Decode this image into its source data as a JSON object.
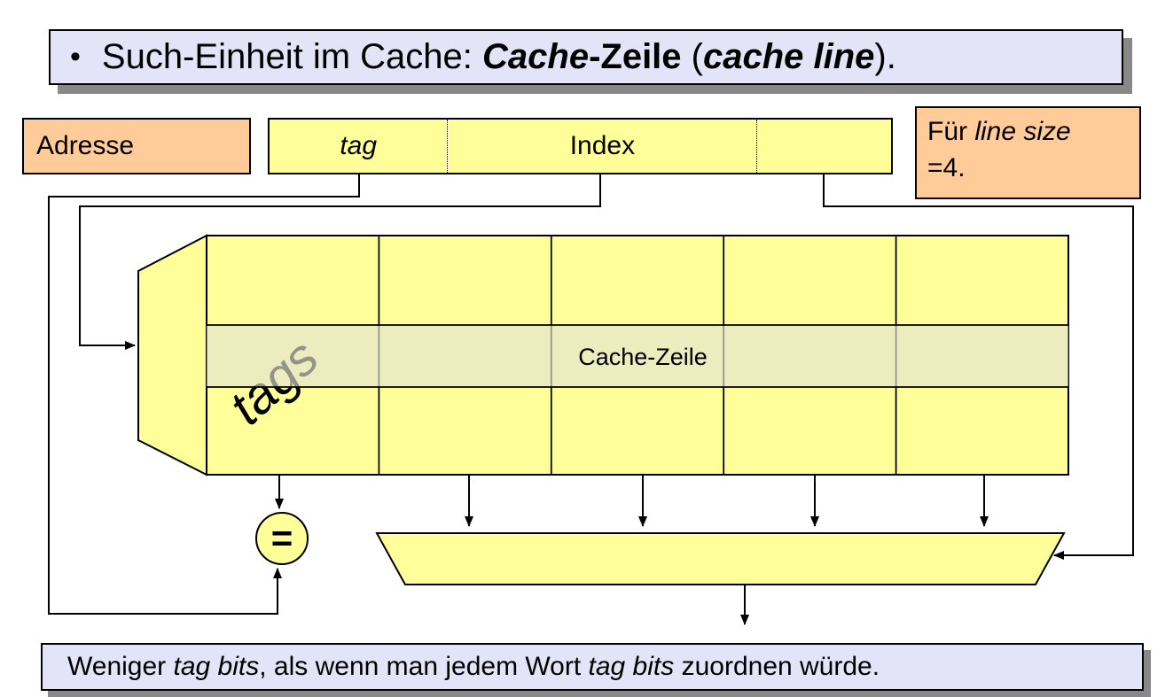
{
  "title": {
    "bullet": "•",
    "prefix": "Such-Einheit im Cache: ",
    "emph1": "Cache",
    "bold1": "-Zeile",
    "mid": " (",
    "emph2": "cache line",
    "suffix": ")."
  },
  "address_label": "Adresse",
  "address_field": {
    "tag": "tag",
    "index": "Index",
    "offset": ""
  },
  "note": {
    "line1_prefix": "Für ",
    "line1_italic": "line size",
    "line2": "=4."
  },
  "cache": {
    "tags_label": "tags",
    "row_label": "Cache-Zeile"
  },
  "comparator": {
    "symbol": "="
  },
  "bottom": {
    "prefix": "Weniger ",
    "italic1": "tag bits",
    "mid": ", als wenn man jedem Wort ",
    "italic2": "tag bits",
    "suffix": " zuordnen würde."
  },
  "colors": {
    "lavender": "#E4E4F8",
    "peach": "#FFCC99",
    "yellow": "#FFFF99",
    "overlay": "#E2E2D4",
    "shadow": "#888888",
    "line": "#000000"
  }
}
